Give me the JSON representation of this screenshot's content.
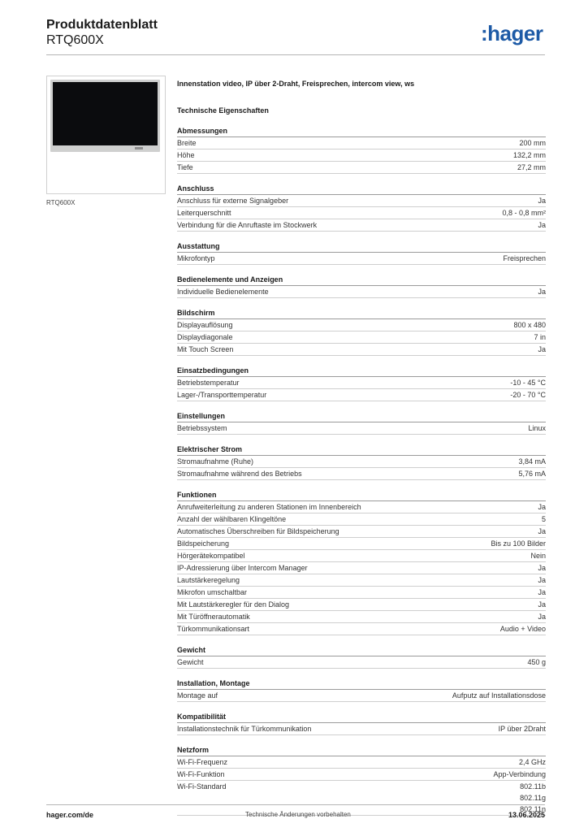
{
  "header": {
    "title": "Produktdatenblatt",
    "subtitle": "RTQ600X",
    "logo": ":hager",
    "brand_color": "#1d5aa6"
  },
  "image_caption": "RTQ600X",
  "product_description": "Innenstation video, IP über 2-Draht, Freisprechen, intercom view, ws",
  "tech_heading": "Technische Eigenschaften",
  "sections": [
    {
      "title": "Abmessungen",
      "rows": [
        {
          "label": "Breite",
          "value": [
            "200 mm"
          ]
        },
        {
          "label": "Höhe",
          "value": [
            "132,2 mm"
          ]
        },
        {
          "label": "Tiefe",
          "value": [
            "27,2 mm"
          ]
        }
      ]
    },
    {
      "title": "Anschluss",
      "rows": [
        {
          "label": "Anschluss für externe Signalgeber",
          "value": [
            "Ja"
          ]
        },
        {
          "label": "Leiterquerschnitt",
          "value": [
            "0,8 - 0,8 mm²"
          ]
        },
        {
          "label": "Verbindung für die Anruftaste im Stockwerk",
          "value": [
            "Ja"
          ]
        }
      ]
    },
    {
      "title": "Ausstattung",
      "rows": [
        {
          "label": "Mikrofontyp",
          "value": [
            "Freisprechen"
          ]
        }
      ]
    },
    {
      "title": "Bedienelemente und Anzeigen",
      "rows": [
        {
          "label": "Individuelle Bedienelemente",
          "value": [
            "Ja"
          ]
        }
      ]
    },
    {
      "title": "Bildschirm",
      "rows": [
        {
          "label": "Displayauflösung",
          "value": [
            "800 x 480"
          ]
        },
        {
          "label": "Displaydiagonale",
          "value": [
            "7 in"
          ]
        },
        {
          "label": "Mit Touch Screen",
          "value": [
            "Ja"
          ]
        }
      ]
    },
    {
      "title": "Einsatzbedingungen",
      "rows": [
        {
          "label": "Betriebstemperatur",
          "value": [
            "-10 - 45 °C"
          ]
        },
        {
          "label": "Lager-/Transporttemperatur",
          "value": [
            "-20 - 70 °C"
          ]
        }
      ]
    },
    {
      "title": "Einstellungen",
      "rows": [
        {
          "label": "Betriebssystem",
          "value": [
            "Linux"
          ]
        }
      ]
    },
    {
      "title": "Elektrischer Strom",
      "rows": [
        {
          "label": "Stromaufnahme (Ruhe)",
          "value": [
            "3,84 mA"
          ]
        },
        {
          "label": "Stromaufnahme während des Betriebs",
          "value": [
            "5,76 mA"
          ]
        }
      ]
    },
    {
      "title": "Funktionen",
      "rows": [
        {
          "label": "Anrufweiterleitung zu anderen Stationen im Innenbereich",
          "value": [
            "Ja"
          ]
        },
        {
          "label": "Anzahl der wählbaren Klingeltöne",
          "value": [
            "5"
          ]
        },
        {
          "label": "Automatisches Überschreiben für Bildspeicherung",
          "value": [
            "Ja"
          ]
        },
        {
          "label": "Bildspeicherung",
          "value": [
            "Bis zu 100 Bilder"
          ]
        },
        {
          "label": "Hörgerätekompatibel",
          "value": [
            "Nein"
          ]
        },
        {
          "label": "IP-Adressierung über Intercom Manager",
          "value": [
            "Ja"
          ]
        },
        {
          "label": "Lautstärkeregelung",
          "value": [
            "Ja"
          ]
        },
        {
          "label": "Mikrofon umschaltbar",
          "value": [
            "Ja"
          ]
        },
        {
          "label": "Mit Lautstärkeregler für den Dialog",
          "value": [
            "Ja"
          ]
        },
        {
          "label": "Mit Türöffnerautomatik",
          "value": [
            "Ja"
          ]
        },
        {
          "label": "Türkommunikationsart",
          "value": [
            "Audio + Video"
          ]
        }
      ]
    },
    {
      "title": "Gewicht",
      "rows": [
        {
          "label": "Gewicht",
          "value": [
            "450 g"
          ]
        }
      ]
    },
    {
      "title": "Installation, Montage",
      "rows": [
        {
          "label": "Montage auf",
          "value": [
            "Aufputz auf Installationsdose"
          ]
        }
      ]
    },
    {
      "title": "Kompatibilität",
      "rows": [
        {
          "label": "Installationstechnik für Türkommunikation",
          "value": [
            "IP über 2Draht"
          ]
        }
      ]
    },
    {
      "title": "Netzform",
      "rows": [
        {
          "label": "Wi-Fi-Frequenz",
          "value": [
            "2,4 GHz"
          ]
        },
        {
          "label": "Wi-Fi-Funktion",
          "value": [
            "App-Verbindung"
          ]
        },
        {
          "label": "Wi-Fi-Standard",
          "value": [
            "802.11b",
            "802.11g",
            "802.11n"
          ]
        }
      ]
    }
  ],
  "footer": {
    "left": "hager.com/de",
    "center": "Technische Änderungen vorbehalten",
    "right": "13.06.2025"
  }
}
